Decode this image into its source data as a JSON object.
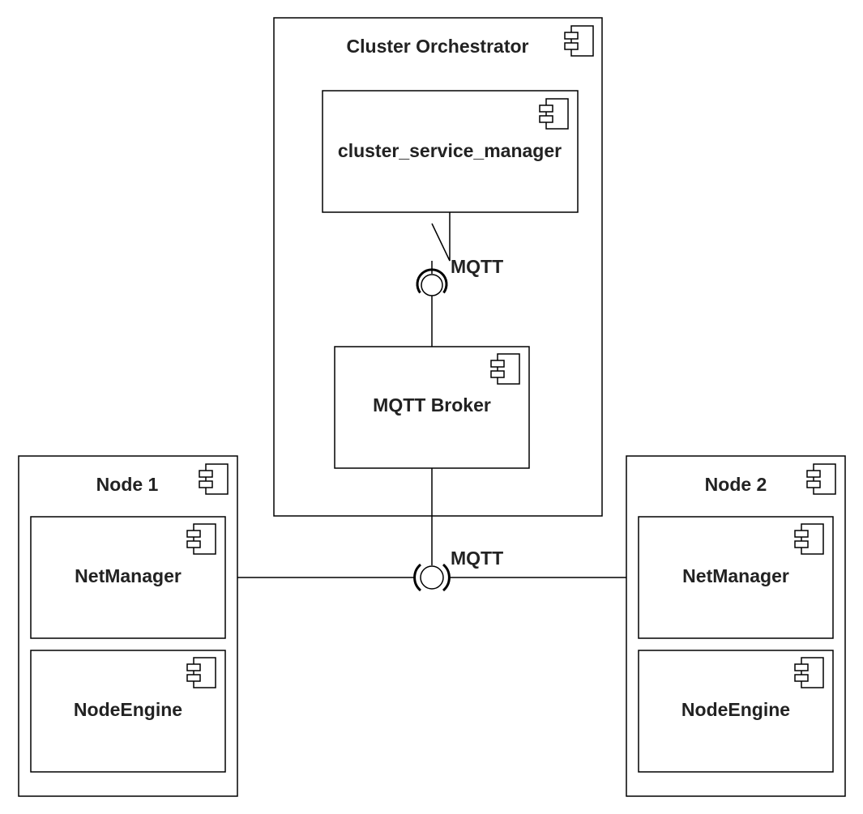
{
  "diagram": {
    "cluster_orchestrator": {
      "title": "Cluster Orchestrator",
      "icon": "component-icon",
      "cluster_service_manager": {
        "title": "cluster_service_manager",
        "icon": "component-icon"
      },
      "mqtt_broker": {
        "title": "MQTT Broker",
        "icon": "component-icon"
      },
      "internal_interface": {
        "label": "MQTT"
      }
    },
    "external_interface": {
      "label": "MQTT"
    },
    "node1": {
      "title": "Node 1",
      "icon": "component-icon",
      "net_manager": {
        "title": "NetManager",
        "icon": "component-icon"
      },
      "node_engine": {
        "title": "NodeEngine",
        "icon": "component-icon"
      }
    },
    "node2": {
      "title": "Node 2",
      "icon": "component-icon",
      "net_manager": {
        "title": "NetManager",
        "icon": "component-icon"
      },
      "node_engine": {
        "title": "NodeEngine",
        "icon": "component-icon"
      }
    },
    "colors": {
      "stroke": "#000000",
      "text": "#222222",
      "background": "#ffffff"
    }
  }
}
